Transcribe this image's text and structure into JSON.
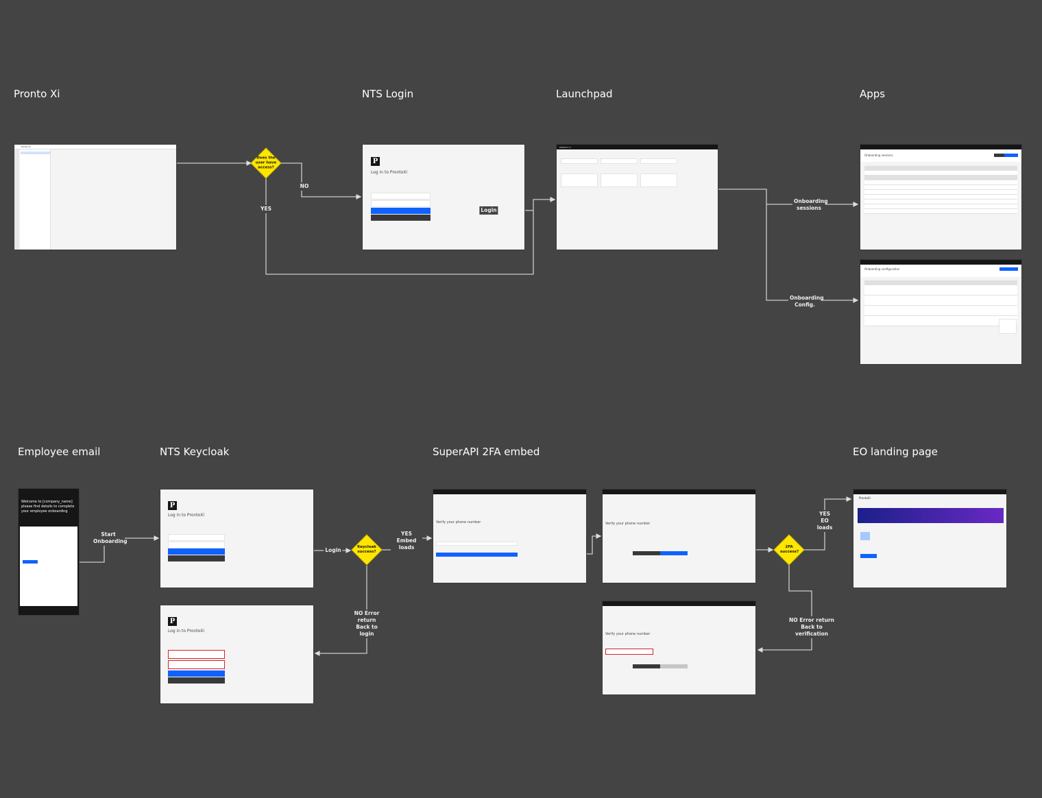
{
  "sections": {
    "pronto_xi": "Pronto Xi",
    "nts_login": "NTS Login",
    "launchpad": "Launchpad",
    "apps": "Apps",
    "employee_email": "Employee email",
    "nts_keycloak": "NTS Keycloak",
    "superapi_2fa": "SuperAPI 2FA embed",
    "eo_landing": "EO landing page"
  },
  "decisions": {
    "access": "Does the user have access?",
    "keycloak": "Keycloak success?",
    "twofa": "2FA success?"
  },
  "connector_labels": {
    "no_access": "NO",
    "yes_access": "YES",
    "login": "Login",
    "onboarding_sessions": "Onboarding sessions",
    "onboarding_config": "Onboarding Config.",
    "start_onboarding": "Start Onboarding",
    "keycloak_login": "Login",
    "keycloak_yes": "YES Embed loads",
    "keycloak_no": "NO Error return Back to login",
    "twofa_yes": "YES EO loads",
    "twofa_no": "NO Error return Back to verification"
  },
  "screens": {
    "pronto_title": "Pronto Xi",
    "login_heading": "Log in to ProntoXi",
    "logo_letter": "P",
    "launchpad_app": "PRONTO Xi",
    "apps_sessions_title": "Onboarding sessions",
    "apps_config_title": "Onboarding configuration",
    "email_welcome": "Welcome to [company_name] please find details to complete your employee onboarding",
    "verify_heading": "Verify your phone number",
    "eo_brand": "ProntoXi"
  },
  "colors": {
    "background": "#444444",
    "decision": "#ffe600",
    "accent": "#0f62fe",
    "eo_banner": "#3b1fa8"
  }
}
